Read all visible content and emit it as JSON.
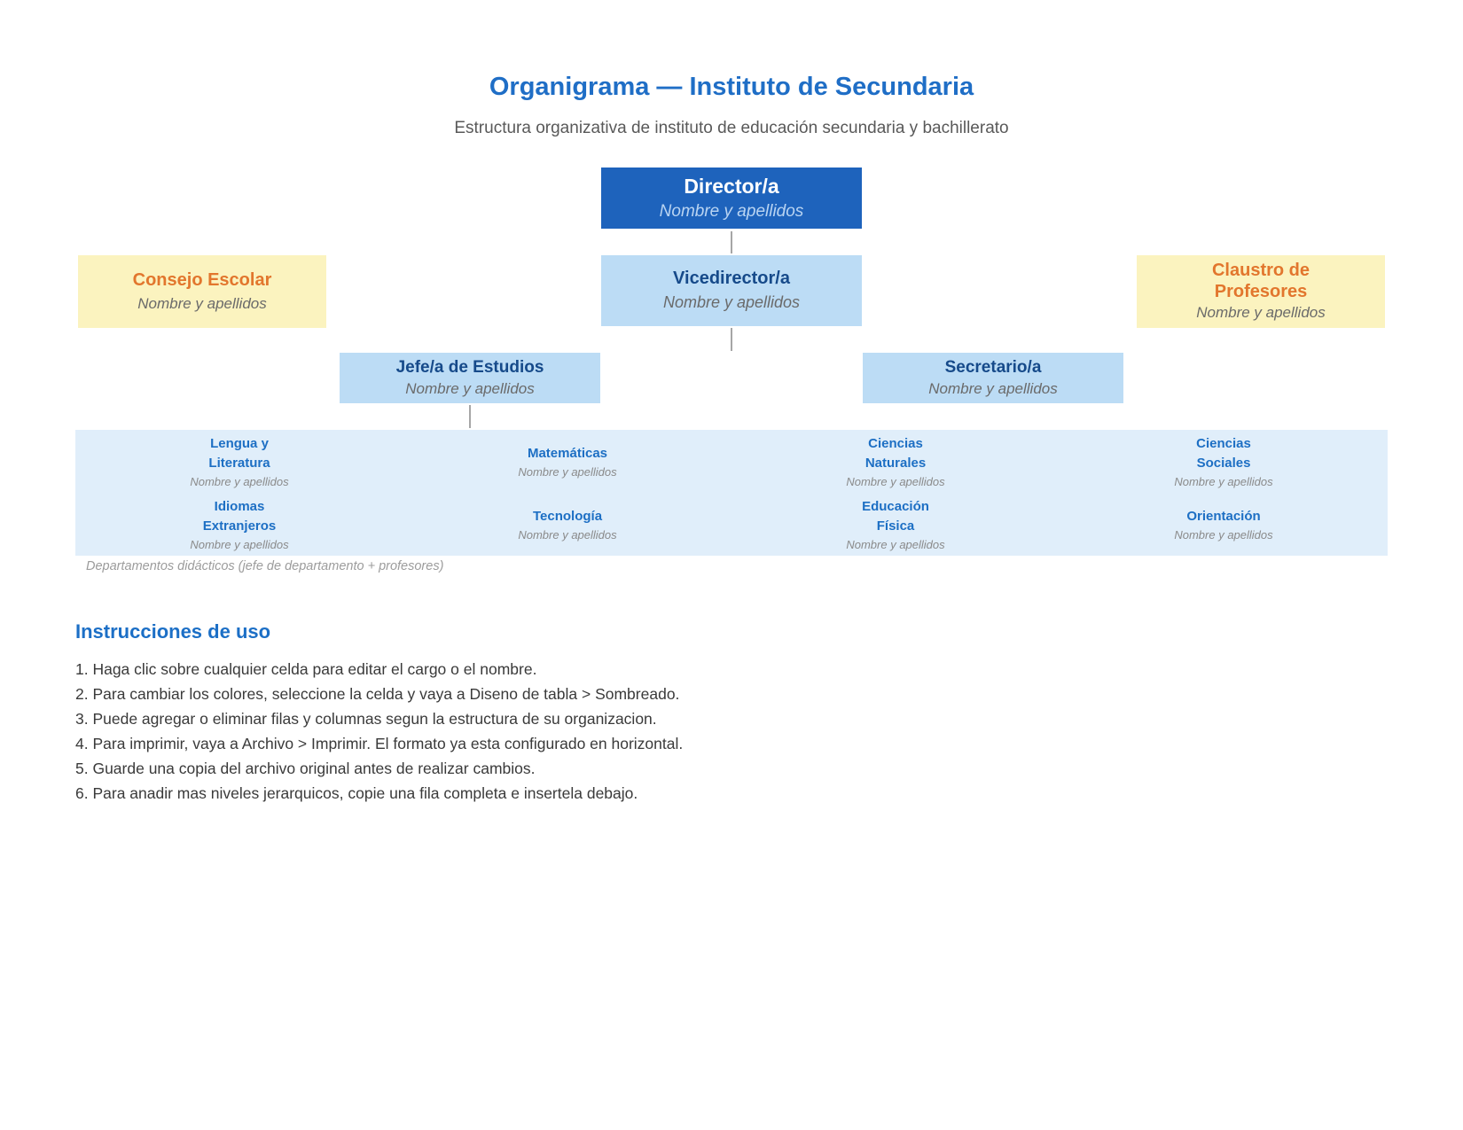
{
  "page": {
    "title": "Organigrama — Instituto de Secundaria",
    "subtitle": "Estructura organizativa de instituto de educación secundaria y bachillerato"
  },
  "org": {
    "director": {
      "title": "Director/a",
      "person": "Nombre y apellidos"
    },
    "consejo": {
      "title": "Consejo Escolar",
      "person": "Nombre y apellidos"
    },
    "vicedirector": {
      "title": "Vicedirector/a",
      "person": "Nombre y apellidos"
    },
    "claustro": {
      "title": "Claustro de Profesores",
      "person": "Nombre y apellidos"
    },
    "jefe": {
      "title": "Jefe/a de Estudios",
      "person": "Nombre y apellidos"
    },
    "secretario": {
      "title": "Secretario/a",
      "person": "Nombre y apellidos"
    }
  },
  "departments": {
    "caption": "Departamentos didácticos (jefe de departamento + profesores)",
    "items": [
      {
        "name": "Lengua y Literatura",
        "person": "Nombre y apellidos"
      },
      {
        "name": "Matemáticas",
        "person": "Nombre y apellidos"
      },
      {
        "name": "Ciencias Naturales",
        "person": "Nombre y apellidos"
      },
      {
        "name": "Ciencias Sociales",
        "person": "Nombre y apellidos"
      },
      {
        "name": "Idiomas Extranjeros",
        "person": "Nombre y apellidos"
      },
      {
        "name": "Tecnología",
        "person": "Nombre y apellidos"
      },
      {
        "name": "Educación Física",
        "person": "Nombre y apellidos"
      },
      {
        "name": "Orientación",
        "person": "Nombre y apellidos"
      }
    ]
  },
  "instructions": {
    "heading": "Instrucciones de uso",
    "items": [
      "1. Haga clic sobre cualquier celda para editar el cargo o el nombre.",
      "2. Para cambiar los colores, seleccione la celda y vaya a Diseno de tabla > Sombreado.",
      "3. Puede agregar o eliminar filas y columnas segun la estructura de su organizacion.",
      "4. Para imprimir, vaya a Archivo > Imprimir. El formato ya esta configurado en horizontal.",
      "5. Guarde una copia del archivo original antes de realizar cambios.",
      "6. Para anadir mas niveles jerarquicos, copie una fila completa e insertela debajo."
    ]
  },
  "colors": {
    "accent_blue": "#1F6EC6",
    "director_bg": "#1E63BC",
    "light_blue_bg": "#BCDCF5",
    "yellow_bg": "#FBF3BF",
    "orange_text": "#E2762D",
    "dept_bg": "#E0EEFA",
    "navy_title": "#164A8A",
    "connector_gray": "#A6A6A6"
  }
}
